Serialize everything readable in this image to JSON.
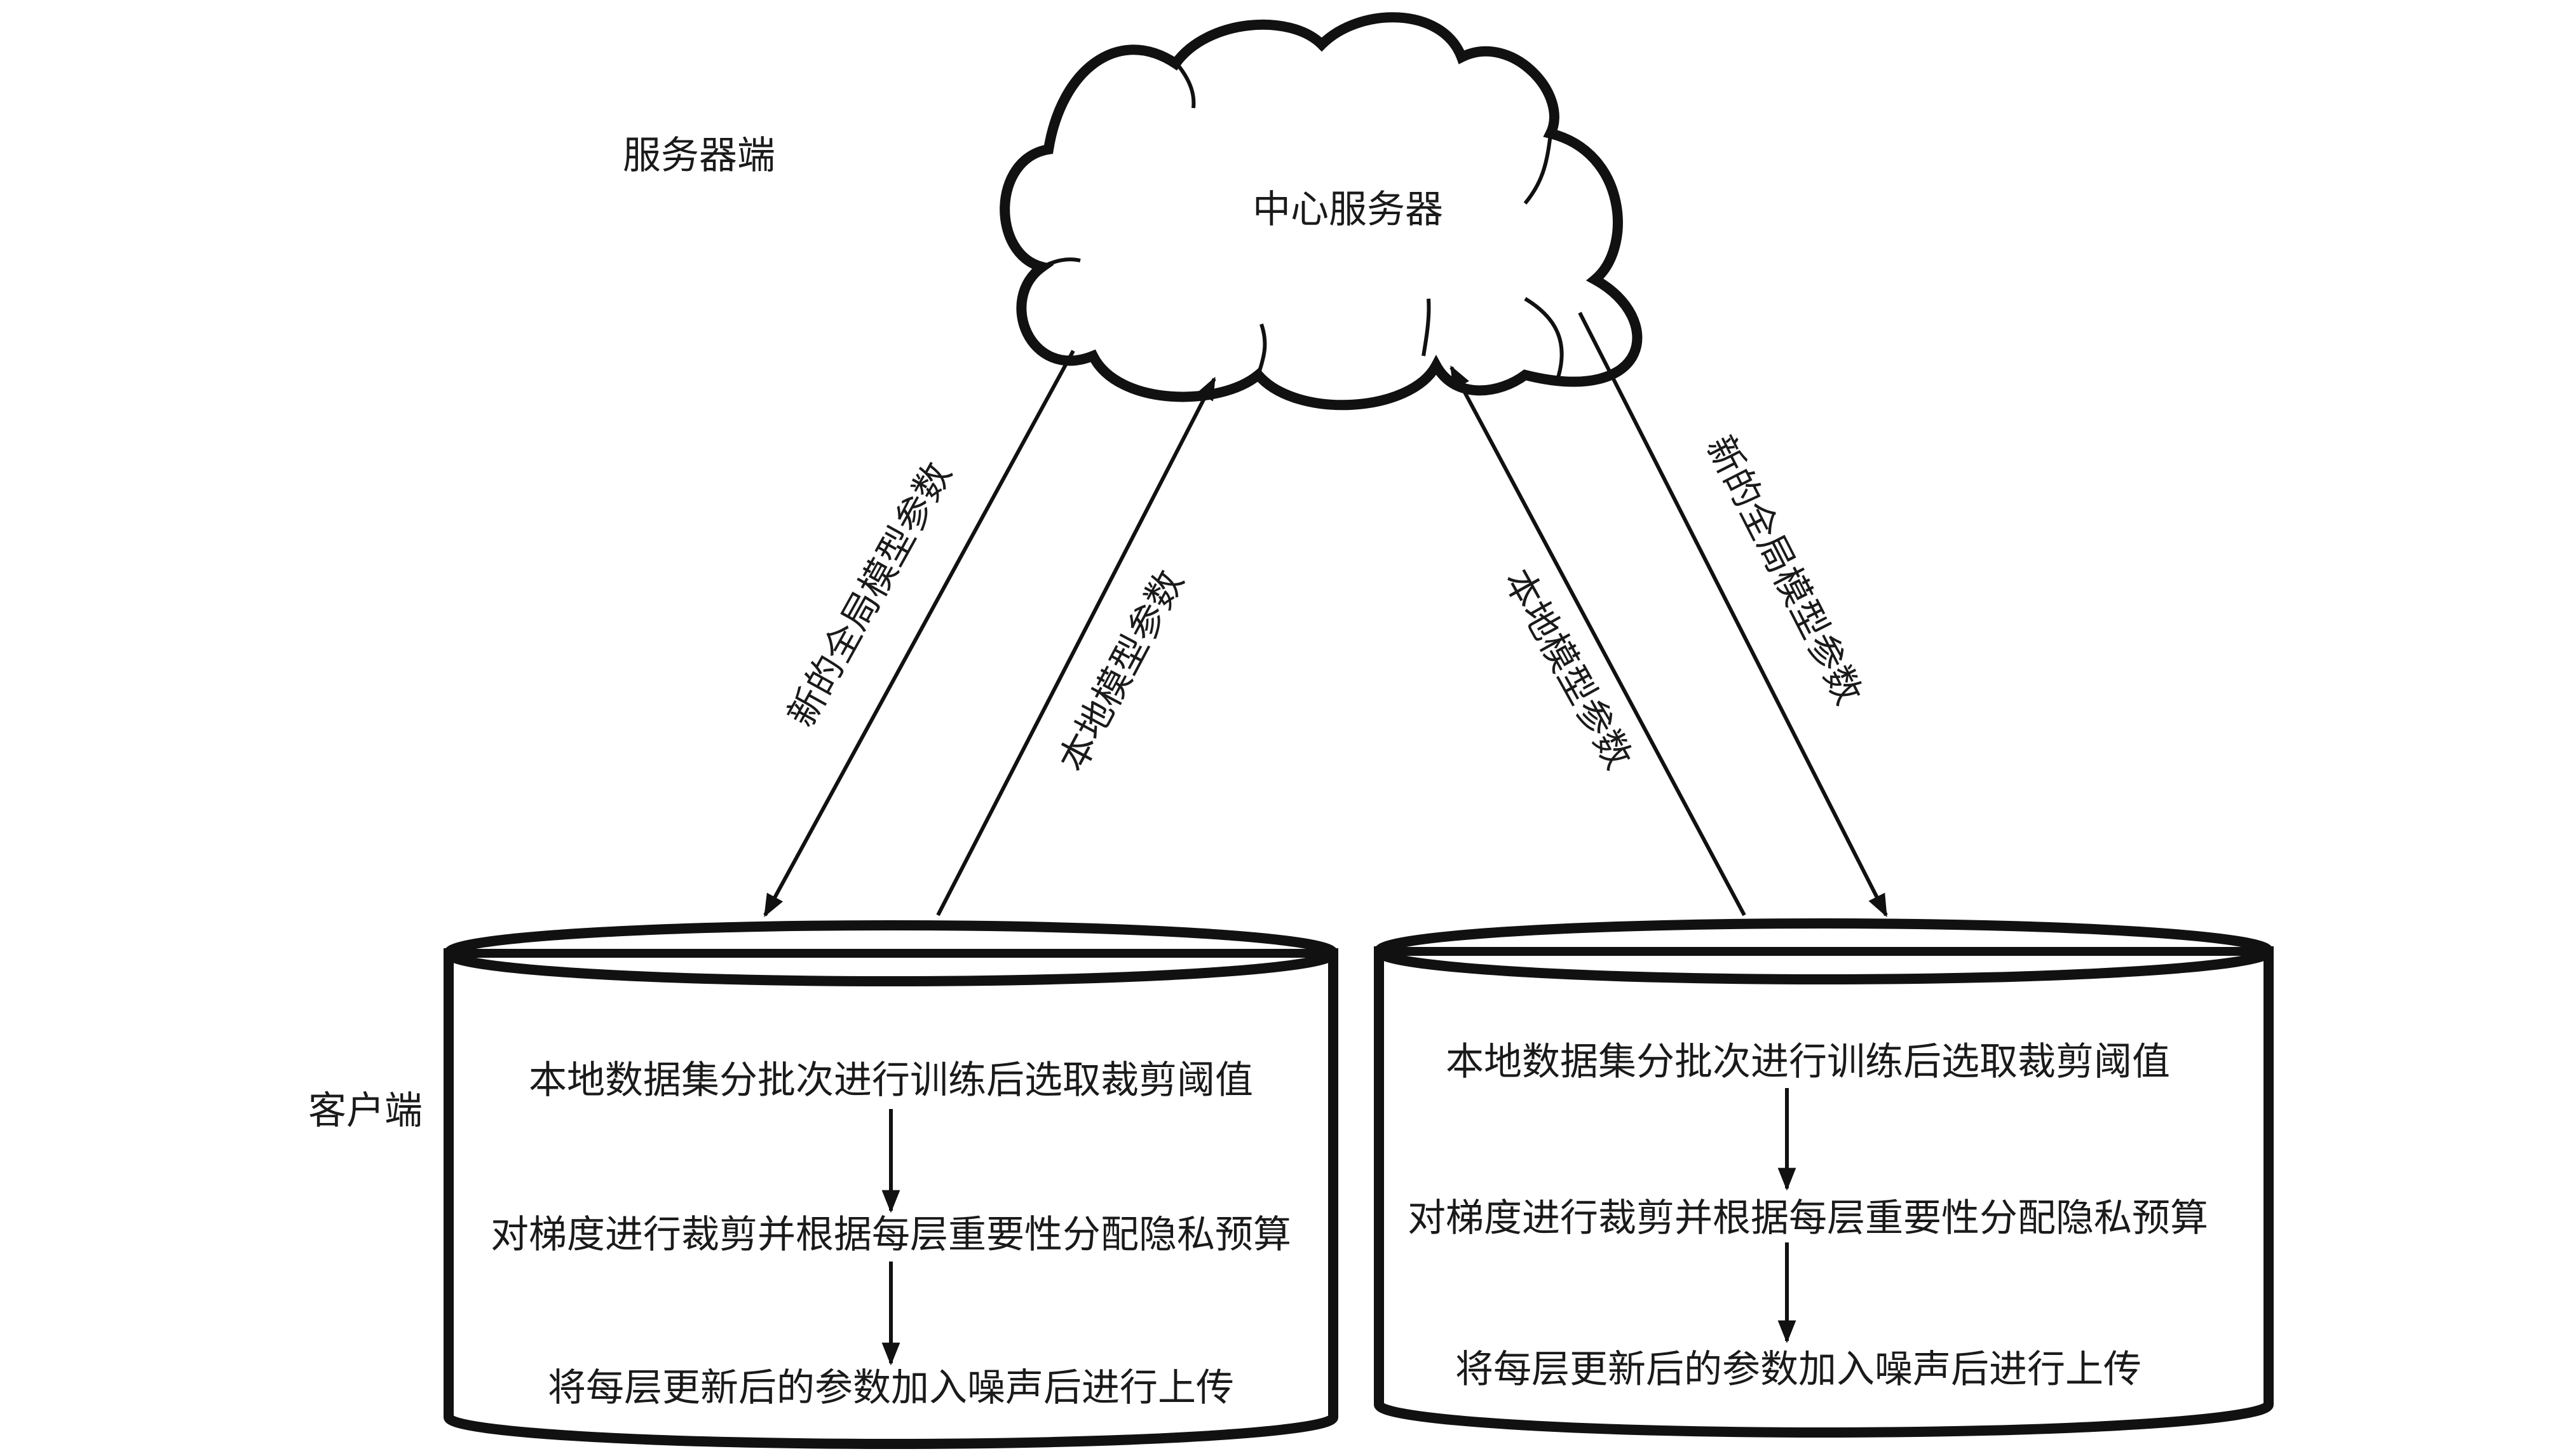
{
  "labels": {
    "server_side": "服务器端",
    "client_side": "客户端",
    "central_server": "中心服务器"
  },
  "arrows": {
    "left_down": "新的全局模型参数",
    "left_up": "本地模型参数",
    "right_up": "本地模型参数",
    "right_down": "新的全局模型参数"
  },
  "clients": [
    {
      "steps": [
        "本地数据集分批次进行训练后选取裁剪阈值",
        "对梯度进行裁剪并根据每层重要性分配隐私预算",
        "将每层更新后的参数加入噪声后进行上传"
      ]
    },
    {
      "steps": [
        "本地数据集分批次进行训练后选取裁剪阈值",
        "对梯度进行裁剪并根据每层重要性分配隐私预算",
        "将每层更新后的参数加入噪声后进行上传"
      ]
    }
  ],
  "colors": {
    "stroke": "#111111",
    "background": "#ffffff"
  }
}
